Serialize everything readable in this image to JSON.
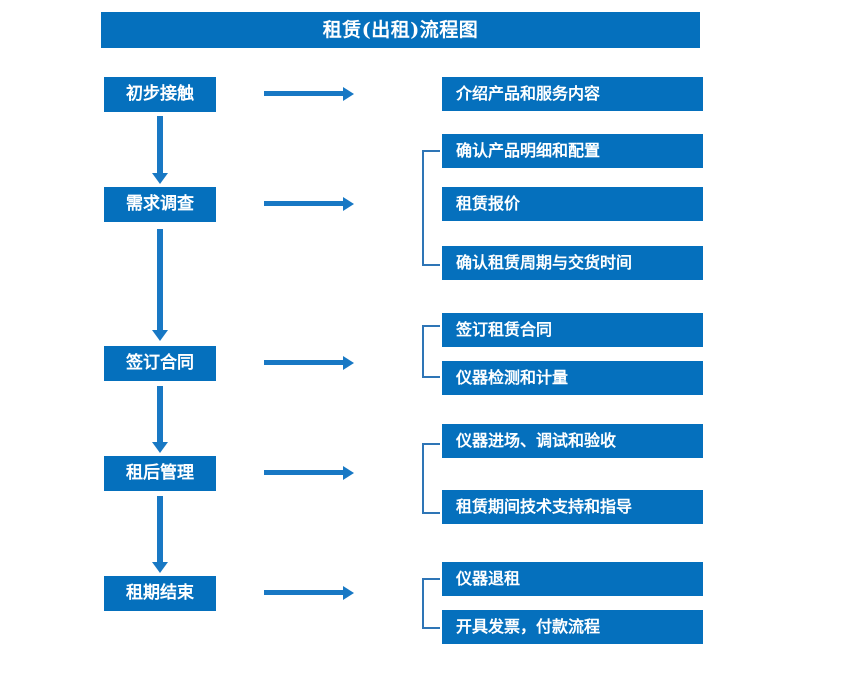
{
  "diagram": {
    "title": "租赁(出租)流程图",
    "colors": {
      "box_blue": "#0570BD",
      "arrow_blue": "#1878C4",
      "bracket_blue": "#2E75B6",
      "text_white": "#FFFFFF",
      "background": "#FFFFFF"
    },
    "stages": [
      {
        "label": "初步接触"
      },
      {
        "label": "需求调查"
      },
      {
        "label": "签订合同"
      },
      {
        "label": "租后管理"
      },
      {
        "label": "租期结束"
      }
    ],
    "details": [
      {
        "label": "介绍产品和服务内容"
      },
      {
        "label": "确认产品明细和配置"
      },
      {
        "label": "租赁报价"
      },
      {
        "label": "确认租赁周期与交货时间"
      },
      {
        "label": "签订租赁合同"
      },
      {
        "label": "仪器检测和计量"
      },
      {
        "label": "仪器进场、调试和验收"
      },
      {
        "label": "租赁期间技术支持和指导"
      },
      {
        "label": "仪器退租"
      },
      {
        "label": "开具发票，付款流程"
      }
    ]
  }
}
